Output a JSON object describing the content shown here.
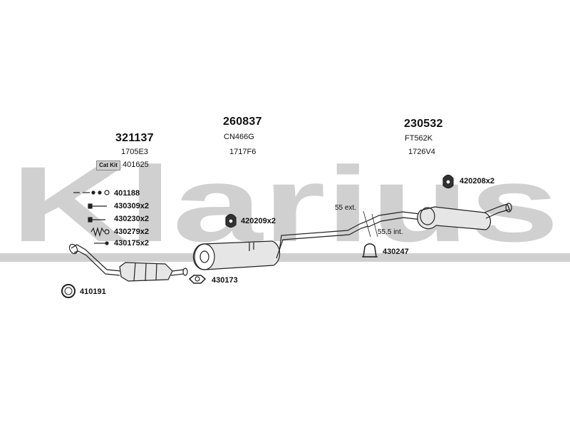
{
  "brand": {
    "watermark": "Klarius"
  },
  "assemblies": [
    {
      "part": "321137",
      "code": "1705E3"
    },
    {
      "part": "260837",
      "code": "CN466G",
      "subcode": "1717F6"
    },
    {
      "part": "230532",
      "code": "FT562K",
      "subcode": "1726V4"
    }
  ],
  "cat_kit": {
    "label": "Cat Kit",
    "part": "401625"
  },
  "fittings": [
    {
      "id": "401188",
      "label": "401188"
    },
    {
      "id": "430309",
      "label": "430309x2"
    },
    {
      "id": "430230",
      "label": "430230x2"
    },
    {
      "id": "430279",
      "label": "430279x2"
    },
    {
      "id": "430175",
      "label": "430175x2"
    },
    {
      "id": "410191",
      "label": "410191"
    },
    {
      "id": "420209",
      "label": "420209x2"
    },
    {
      "id": "430173",
      "label": "430173"
    },
    {
      "id": "420208",
      "label": "420208x2"
    },
    {
      "id": "430247",
      "label": "430247"
    }
  ],
  "annotations": {
    "ext": "55 ext.",
    "int": "55.5 int."
  },
  "colors": {
    "watermark": "#d0d0d0",
    "line": "#222222",
    "muffler": "#e6e6e6"
  }
}
